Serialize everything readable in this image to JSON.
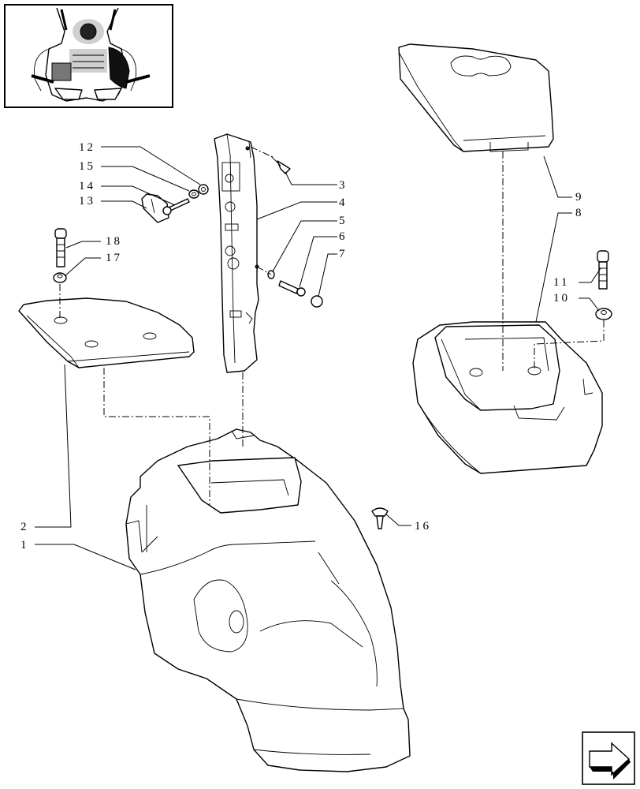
{
  "callouts": [
    {
      "id": "c1",
      "number": "1"
    },
    {
      "id": "c2",
      "number": "2"
    },
    {
      "id": "c3",
      "number": "3"
    },
    {
      "id": "c4",
      "number": "4"
    },
    {
      "id": "c5",
      "number": "5"
    },
    {
      "id": "c6",
      "number": "6"
    },
    {
      "id": "c7",
      "number": "7"
    },
    {
      "id": "c8",
      "number": "8"
    },
    {
      "id": "c9",
      "number": "9"
    },
    {
      "id": "c10",
      "number": "10"
    },
    {
      "id": "c11",
      "number": "11"
    },
    {
      "id": "c12",
      "number": "12"
    },
    {
      "id": "c13",
      "number": "13"
    },
    {
      "id": "c14",
      "number": "14"
    },
    {
      "id": "c15",
      "number": "15"
    },
    {
      "id": "c16",
      "number": "16"
    },
    {
      "id": "c17",
      "number": "17"
    },
    {
      "id": "c18",
      "number": "18"
    }
  ],
  "icons": {
    "thumbnail": "tractor-location-thumbnail",
    "nav": "next-page-arrow-icon"
  }
}
